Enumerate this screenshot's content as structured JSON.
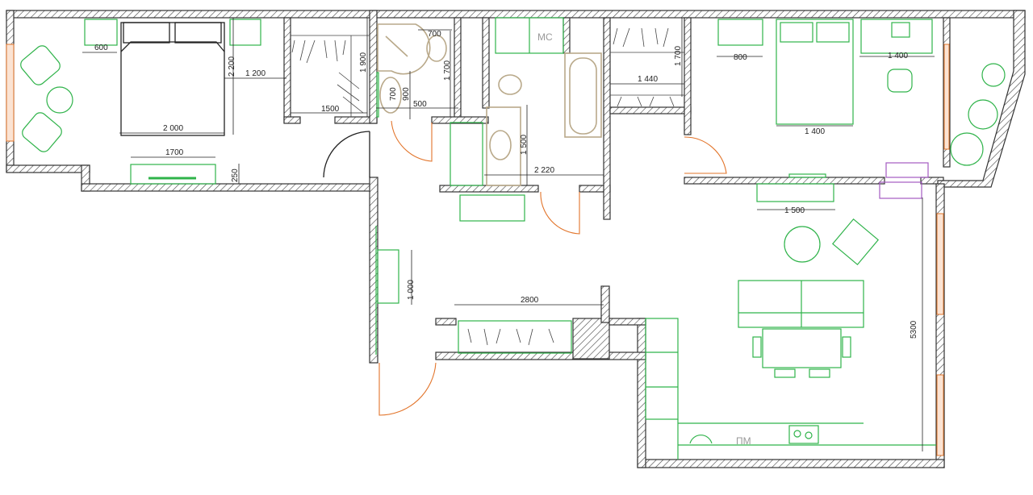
{
  "title": "Apartment floor plan",
  "dimensions": {
    "nightstand_gap_left": "600",
    "bed_length_left": "2 200",
    "bed_to_closet": "1 200",
    "bed_width_left": "2 000",
    "dresser_left": "1700",
    "dresser_depth": "250",
    "closet1_width": "1500",
    "closet1_depth": "1 900",
    "wc1_width": "700",
    "sink1_width": "700",
    "sink1_depth": "900",
    "bath1_width": "500",
    "bath1_depth": "1 700",
    "vanity_length": "1 500",
    "bath2_width": "2 220",
    "closet2_width": "1 440",
    "closet2_depth": "1 700",
    "nightstand_right": "800",
    "bed_width_right": "1 400",
    "desk_width": "1 400",
    "tv_unit": "1 500",
    "hall_mirror": "1 000",
    "hall_wardrobe": "2800",
    "living_length": "5300"
  },
  "room_labels": {
    "washing_machine": "МС",
    "dishwasher": "ПМ"
  },
  "colors": {
    "furniture": "#2fb34a",
    "sanitary": "#b9a98a",
    "doors_windows": "#e2742a",
    "radiator": "#a35bc1"
  }
}
